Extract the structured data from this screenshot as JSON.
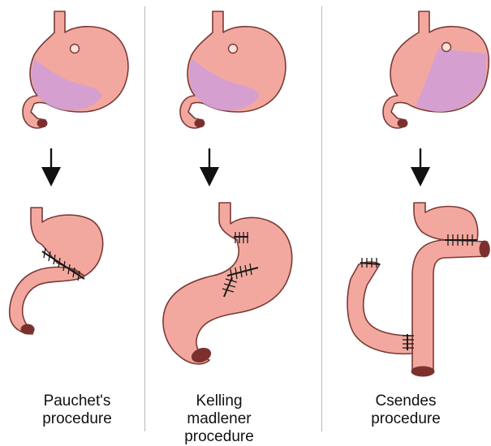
{
  "panels": [
    {
      "caption_lines": [
        "Pauchet's",
        "procedure"
      ]
    },
    {
      "caption_lines": [
        "Kelling",
        "madlener",
        "procedure"
      ]
    },
    {
      "caption_lines": [
        "Csendes",
        "procedure"
      ]
    }
  ],
  "colors": {
    "stomach_fill": "#f3a89f",
    "stomach_stroke": "#7a3a36",
    "resected_region": "#cf9fd8",
    "lumen": "#7c2f2b",
    "sutures": "#1a1a1a",
    "arrows": "#111111"
  }
}
